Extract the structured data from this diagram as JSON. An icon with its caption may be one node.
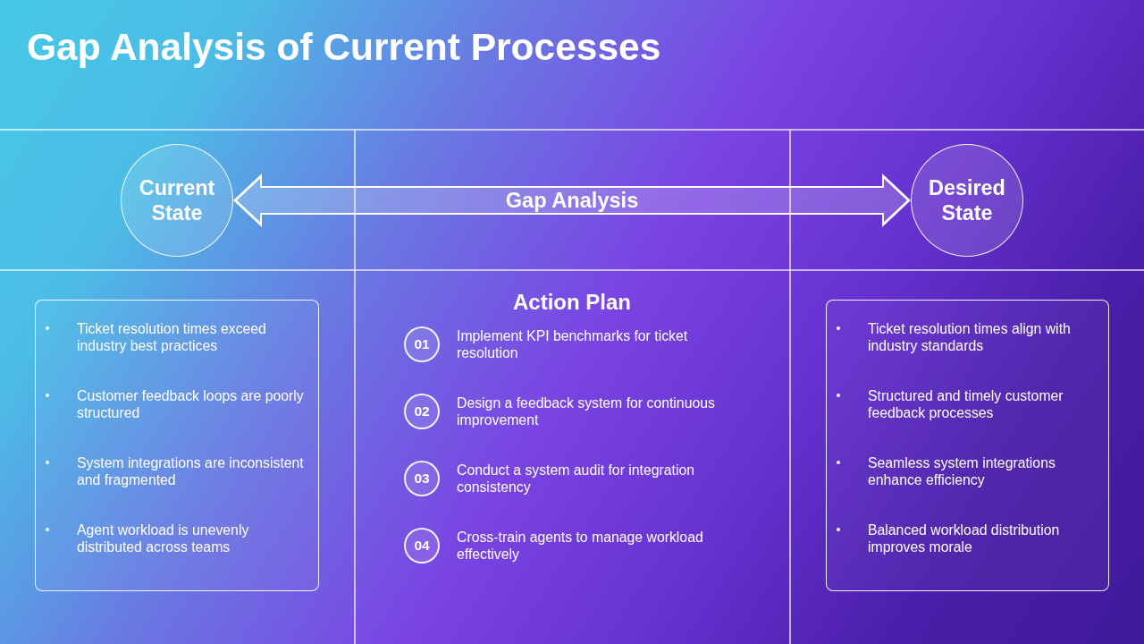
{
  "diagram": {
    "title": "Gap Analysis of Current Processes",
    "nodes": [
      {
        "text": [
          "Current State"
        ]
      },
      {
        "text": [
          "Desired State"
        ]
      },
      {
        "text": [
          "Ticket resolution times exceed industry best practices",
          "Customer feedback loops are poorly structured",
          "System integrations are inconsistent and fragmented",
          "Agent workload is unevenly distributed across teams"
        ]
      },
      {
        "text": [
          "01"
        ],
        "beside": [
          "Implement KPI benchmarks for ticket resolution"
        ]
      },
      {
        "text": [
          "02"
        ],
        "beside": [
          "Design a feedback system for continuous improvement"
        ]
      },
      {
        "text": [
          "03"
        ],
        "beside": [
          "Conduct a system audit for integration consistency"
        ]
      },
      {
        "text": [
          "04"
        ],
        "beside": [
          "Cross-train agents to manage workload effectively"
        ]
      },
      {
        "text": [
          "Ticket resolution times align with industry standards",
          "Structured and timely customer feedback processes",
          "Seamless system integrations enhance efficiency",
          "Balanced workload distribution improves morale"
        ]
      }
    ],
    "edges": [
      {
        "from": 0,
        "to": 1,
        "arrow": "both",
        "label": "Gap Analysis"
      }
    ],
    "labels": [
      "Action Plan"
    ]
  }
}
